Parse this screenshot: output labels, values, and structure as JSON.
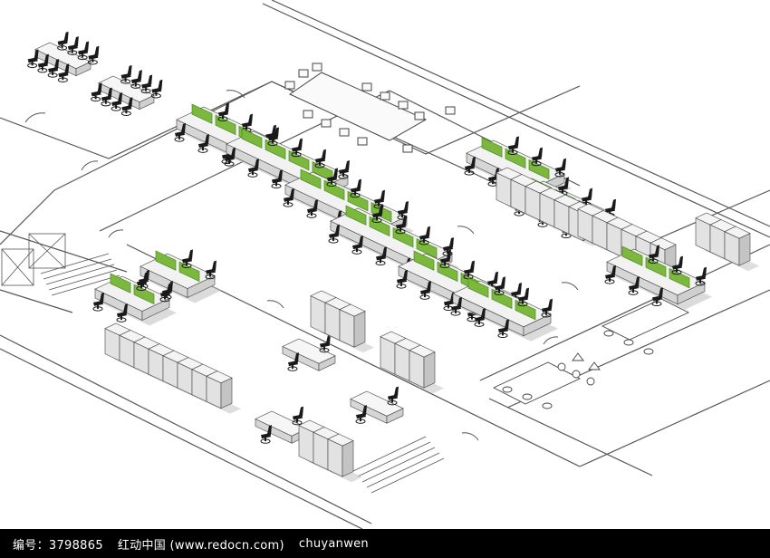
{
  "footer": {
    "id_label": "编号：3798865",
    "site_label": "红动中国 (www.redocn.com)",
    "author": "chuyanwen"
  },
  "colors": {
    "background": "#ffffff",
    "line": "#444444",
    "wall": "#555555",
    "desk_top": "#f2f2f2",
    "desk_side": "#d6d6d6",
    "partition": "#7cb83e",
    "partition_dark": "#4f8a22",
    "cabinet_front": "#e2e2e2",
    "cabinet_side": "#c4c4c4",
    "shadow": "#bdbdbd",
    "chair": "#1a1a1a",
    "footer_bg": "#000000",
    "footer_text": "#ffffff"
  },
  "icons": [
    "chair-icon",
    "toilet-icon",
    "sink-icon"
  ]
}
